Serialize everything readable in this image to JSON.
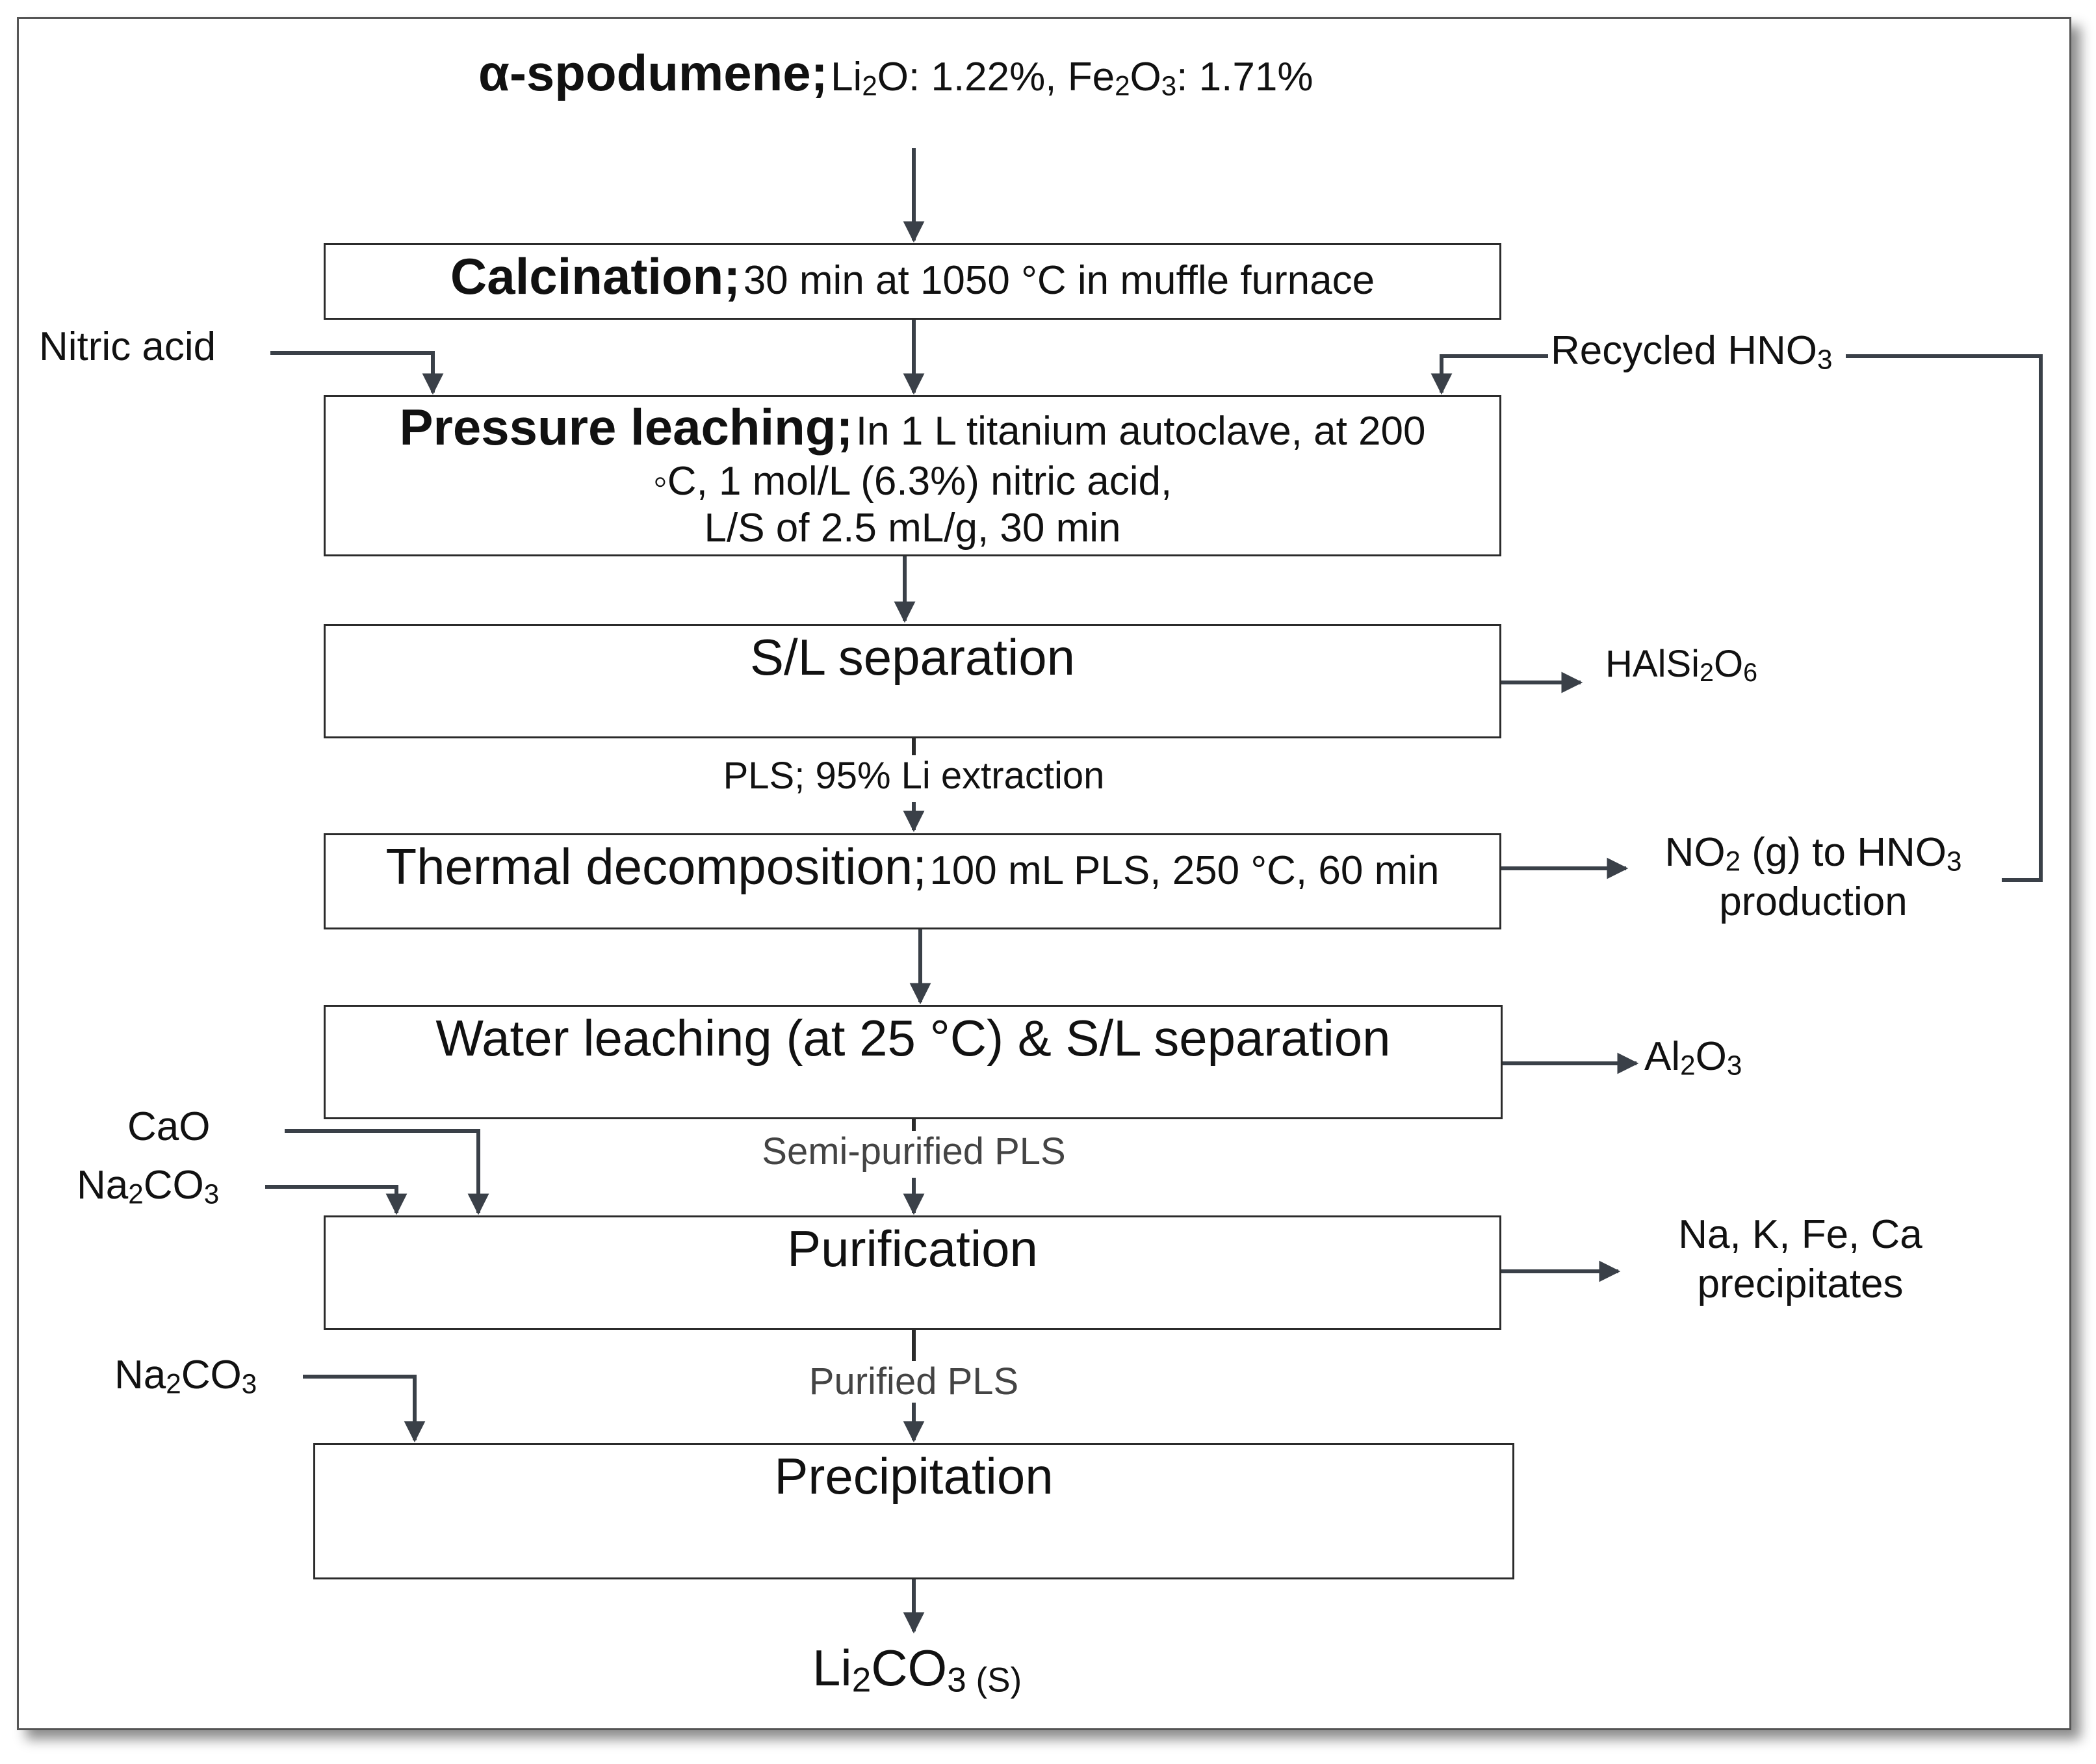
{
  "feed": {
    "title": "α-spodumene;",
    "li2o_a": "Li",
    "li2o_sub": "2",
    "li2o_b": "O: 1.22%, Fe",
    "fe_sub1": "2",
    "fe_b": "O",
    "fe_sub2": "3",
    "fe_c": ": 1.71%"
  },
  "calcination": {
    "title": "Calcination;",
    "detail": "30 min at 1050 °C in muffle furnace"
  },
  "pressure_leaching": {
    "title": "Pressure leaching;",
    "line1": "In 1 L titanium autoclave, at 200",
    "line2": "◦C, 1 mol/L (6.3%) nitric acid,",
    "line3": "L/S of 2.5 mL/g, 30 min"
  },
  "sl_separation": {
    "title": "S/L separation"
  },
  "thermal": {
    "title": "Thermal decomposition;",
    "detail": "100 mL PLS, 250 °C, 60 min"
  },
  "water_leaching": {
    "title": "Water leaching (at 25 °C) & S/L separation"
  },
  "purification": {
    "title": "Purification"
  },
  "precipitation": {
    "title": "Precipitation"
  },
  "inputs": {
    "nitric_acid": "Nitric acid",
    "recycled_a": "Recycled HNO",
    "recycled_sub": "3",
    "cao": "CaO",
    "na2co3_a": "Na",
    "na2co3_sub1": "2",
    "na2co3_b": "CO",
    "na2co3_sub2": "3"
  },
  "streams": {
    "pls": "PLS; 95% Li extraction",
    "semi_purified": "Semi-purified PLS",
    "purified": "Purified PLS"
  },
  "outputs": {
    "halsi_a": "HAlSi",
    "halsi_sub1": "2",
    "halsi_b": "O",
    "halsi_sub2": "6",
    "no2_a": "NO",
    "no2_sub": "2",
    "no2_b": " (g) to HNO",
    "no2_sub2": "3",
    "no2_line2": "production",
    "al2o3_a": "Al",
    "al2o3_sub1": "2",
    "al2o3_b": "O",
    "al2o3_sub2": "3",
    "ppt_line1": "Na, K, Fe, Ca",
    "ppt_line2": "precipitates",
    "product_a": "Li",
    "product_sub1": "2",
    "product_b": "CO",
    "product_sub2": "3",
    "product_state": " (S)"
  },
  "colors": {
    "arrow": "#3a4048",
    "box_border": "#2b2b2b",
    "frame_shadow": "#555555"
  }
}
